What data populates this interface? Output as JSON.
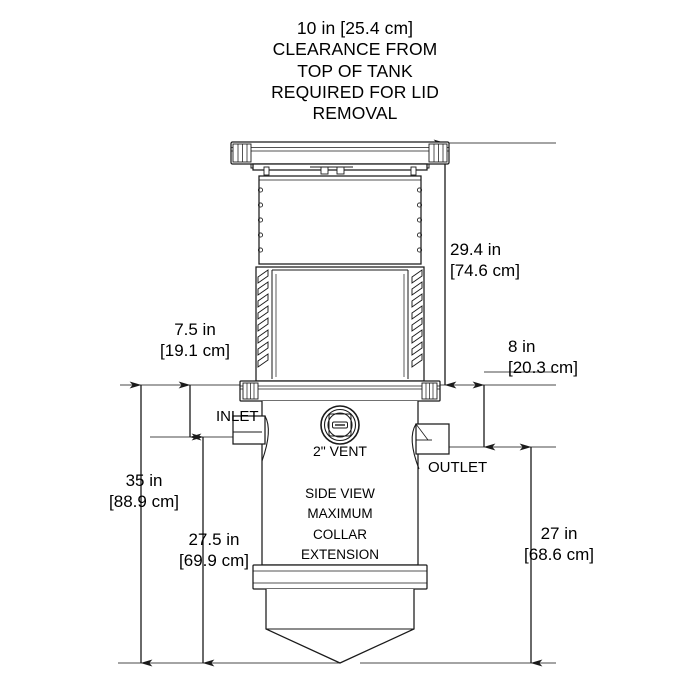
{
  "drawing": {
    "title_note": "10 in [25.4 cm]\nCLEARANCE FROM\nTOP OF TANK\nREQUIRED FOR LID\nREMOVAL",
    "view_label": "SIDE VIEW\nMAXIMUM\nCOLLAR\nEXTENSION",
    "line_color": "#1a1a1a",
    "fill_color": "#ffffff",
    "dimensions": {
      "clearance_top": "10 in [25.4 cm]",
      "collar_to_flange": "29.4 in\n[74.6 cm]",
      "inlet_drop": "7.5 in\n[19.1 cm]",
      "outlet_drop": "8 in\n[20.3 cm]",
      "overall_height": "35 in\n[88.9 cm]",
      "inlet_invert_height": "27.5 in\n[69.9 cm]",
      "outlet_invert_height": "27 in\n[68.6 cm]"
    },
    "callouts": {
      "inlet": "INLET",
      "outlet": "OUTLET",
      "vent": "2\" VENT"
    }
  }
}
